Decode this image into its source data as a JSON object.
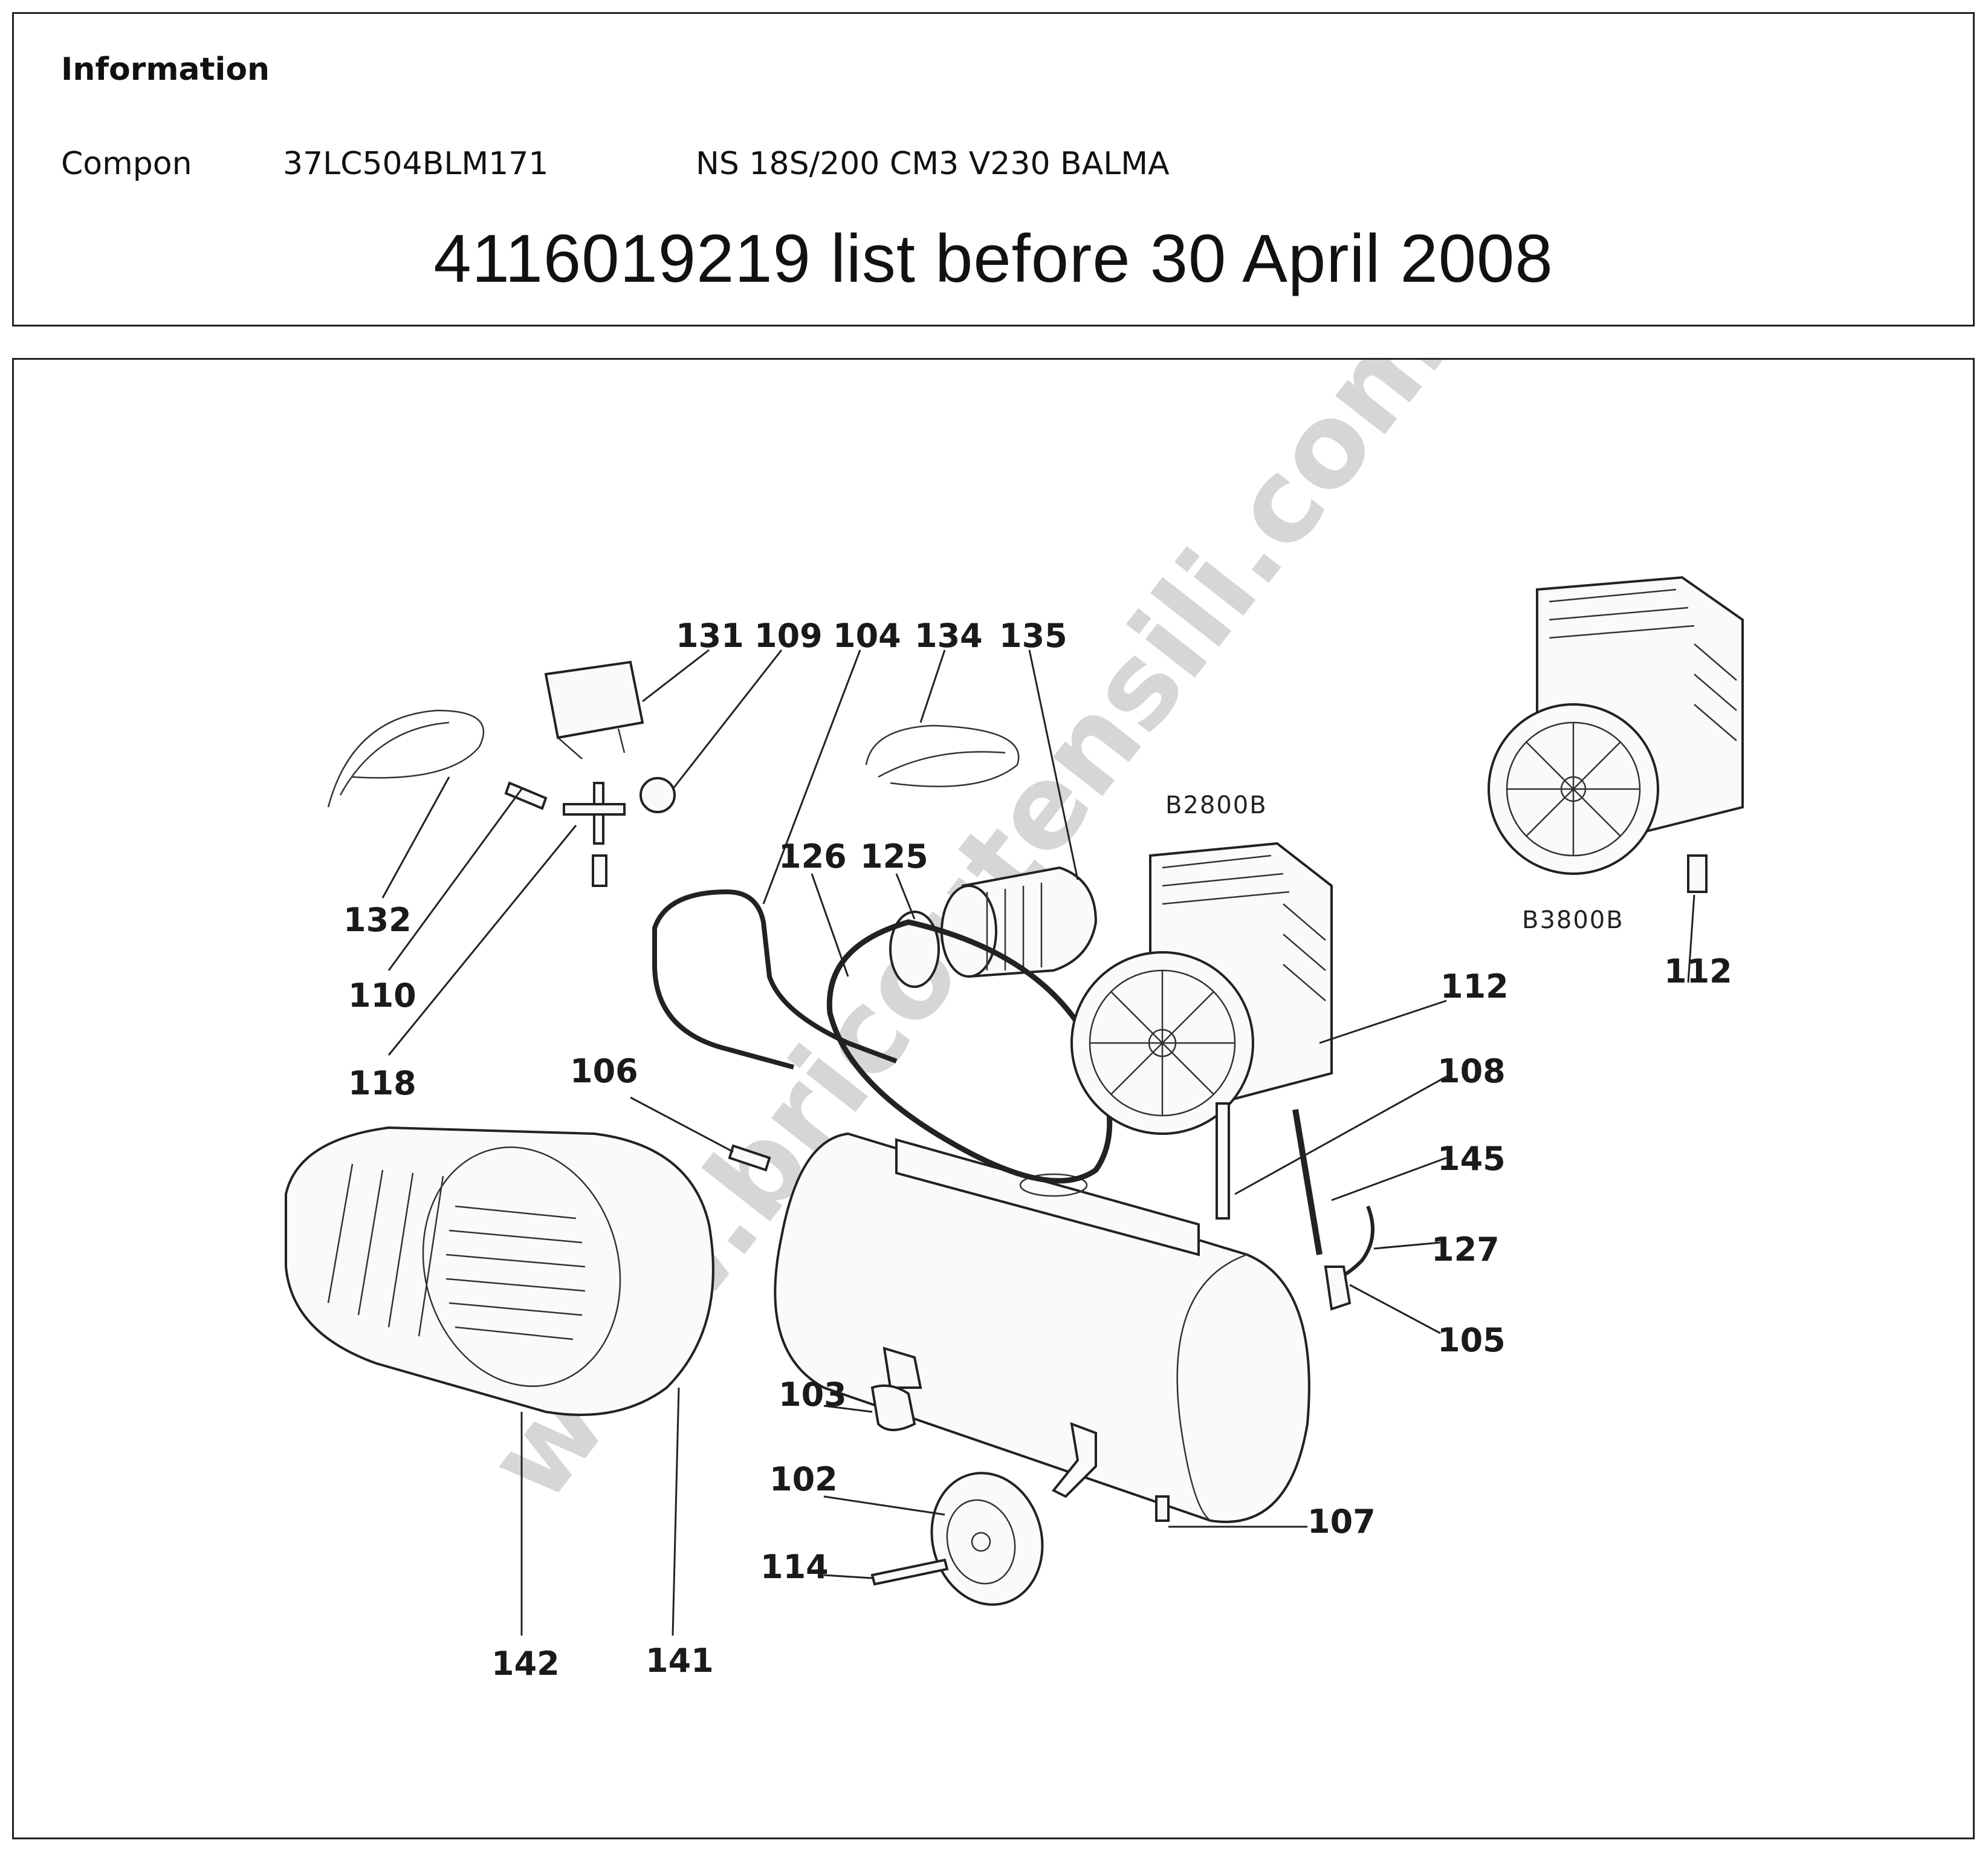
{
  "info": {
    "heading": "Information",
    "component_label": "Compon",
    "component_code": "37LC504BLM171",
    "component_desc": "NS 18S/200 CM3 V230 BALMA",
    "list_title": "4116019219 list before 30 April 2008"
  },
  "diagram": {
    "watermark": "www.bricoutensili.com",
    "pump_models": [
      "B2800B",
      "B3800B"
    ],
    "callouts": [
      "131",
      "109",
      "104",
      "134",
      "135",
      "132",
      "110",
      "118",
      "126",
      "125",
      "112",
      "112",
      "108",
      "145",
      "127",
      "105",
      "106",
      "103",
      "102",
      "114",
      "142",
      "141",
      "107"
    ]
  }
}
